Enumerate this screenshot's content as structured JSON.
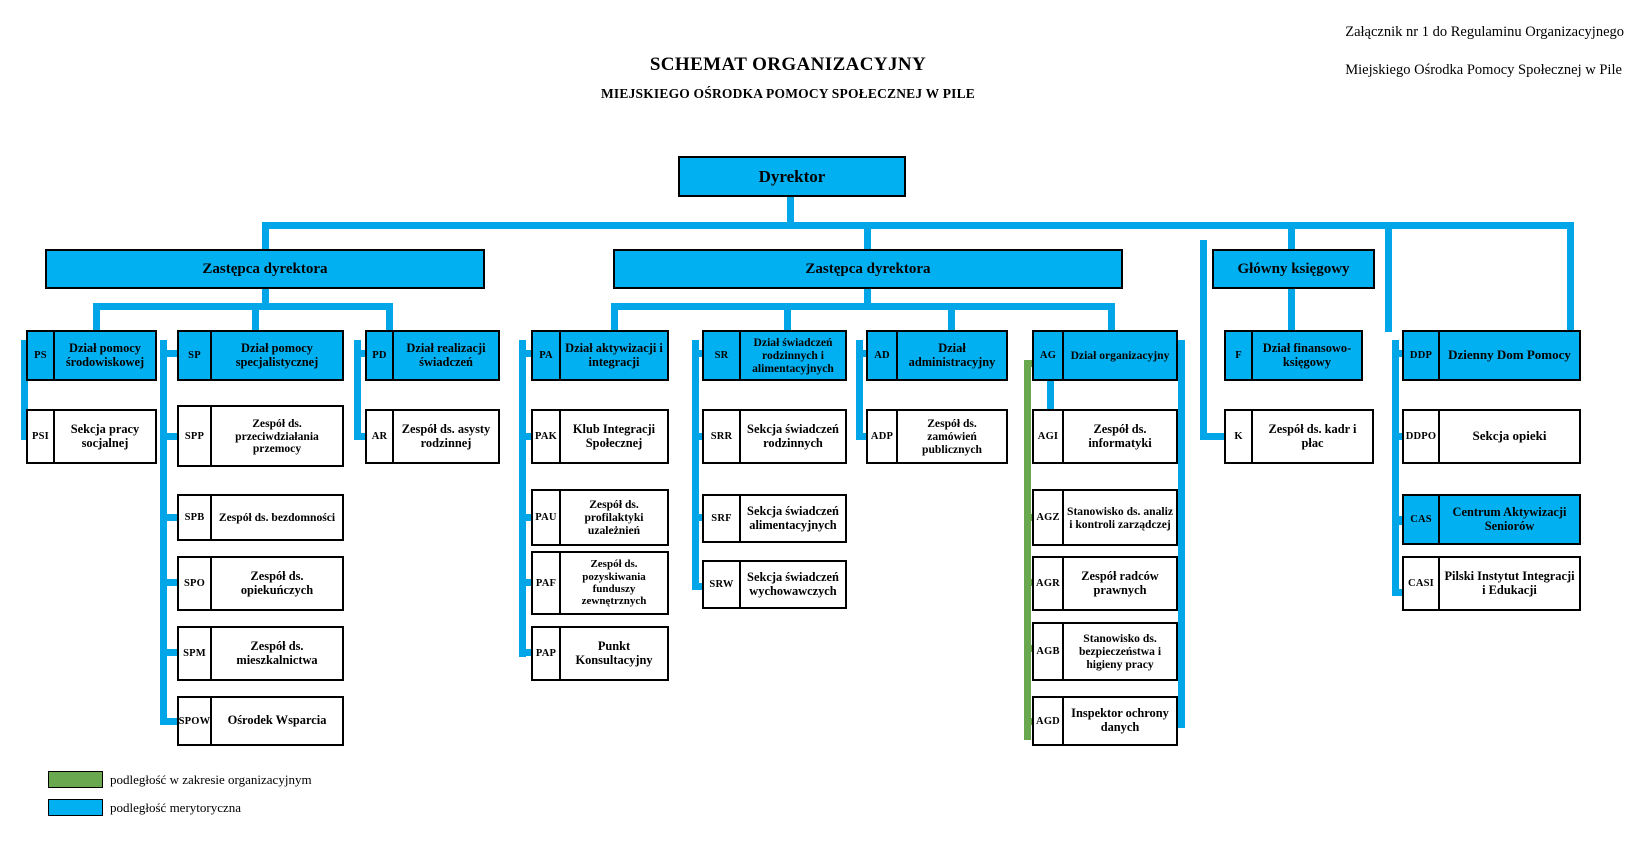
{
  "header": {
    "annotation_line1": "Załącznik nr 1 do Regulaminu Organizacyjnego",
    "annotation_line2": "Miejskiego Ośrodka Pomocy Społecznej w Pile",
    "title": "SCHEMAT ORGANIZACYJNY",
    "subtitle": "MIEJSKIEGO OŚRODKA POMOCY SPOŁECZNEJ W PILE"
  },
  "colors": {
    "blue": "#00b0f0",
    "line_blue": "#00a6e8",
    "green": "#6aa84f",
    "border": "#000000",
    "background": "#ffffff"
  },
  "chart": {
    "type": "org-chart",
    "root": {
      "code": "",
      "label": "Dyrektor"
    },
    "level2": [
      {
        "code": "",
        "label": "Zastępca dyrektora"
      },
      {
        "code": "",
        "label": "Zastępca dyrektora"
      },
      {
        "code": "",
        "label": "Główny księgowy"
      }
    ],
    "departments": [
      {
        "code": "PS",
        "label": "Dział pomocy środowiskowej",
        "children": [
          {
            "code": "PSI",
            "label": "Sekcja pracy socjalnej"
          }
        ]
      },
      {
        "code": "SP",
        "label": "Dział pomocy specjalistycznej",
        "children": [
          {
            "code": "SPP",
            "label": "Zespół ds. przeciwdziałania przemocy"
          },
          {
            "code": "SPB",
            "label": "Zespół ds. bezdomności"
          },
          {
            "code": "SPO",
            "label": "Zespół ds. opiekuńczych"
          },
          {
            "code": "SPM",
            "label": "Zespół ds. mieszkalnictwa"
          },
          {
            "code": "SPOW",
            "label": "Ośrodek Wsparcia"
          }
        ]
      },
      {
        "code": "PD",
        "label": "Dział realizacji świadczeń",
        "children": [
          {
            "code": "AR",
            "label": "Zespół ds. asysty rodzinnej"
          }
        ]
      },
      {
        "code": "PA",
        "label": "Dział aktywizacji  i integracji",
        "children": [
          {
            "code": "PAK",
            "label": "Klub Integracji Społecznej"
          },
          {
            "code": "PAU",
            "label": "Zespół ds. profilaktyki uzależnień"
          },
          {
            "code": "PAF",
            "label": "Zespół ds. pozyskiwania funduszy zewnętrznych"
          },
          {
            "code": "PAP",
            "label": "Punkt Konsultacyjny"
          }
        ]
      },
      {
        "code": "SR",
        "label": "Dział świadczeń rodzinnych i alimentacyjnych",
        "children": [
          {
            "code": "SRR",
            "label": "Sekcja świadczeń rodzinnych"
          },
          {
            "code": "SRF",
            "label": "Sekcja świadczeń alimentacyjnych"
          },
          {
            "code": "SRW",
            "label": "Sekcja świadczeń wychowawczych"
          }
        ]
      },
      {
        "code": "AD",
        "label": "Dział administracyjny",
        "children": [
          {
            "code": "ADP",
            "label": "Zespół ds. zamówień publicznych"
          }
        ]
      },
      {
        "code": "AG",
        "label": "Dział organizacyjny",
        "children": [
          {
            "code": "AGI",
            "label": "Zespół ds. informatyki"
          },
          {
            "code": "AGZ",
            "label": "Stanowisko ds. analiz i kontroli zarządczej"
          },
          {
            "code": "AGR",
            "label": "Zespół radców prawnych"
          },
          {
            "code": "AGB",
            "label": "Stanowisko ds. bezpieczeństwa i higieny pracy"
          },
          {
            "code": "AGD",
            "label": "Inspektor ochrony danych"
          }
        ]
      },
      {
        "code": "F",
        "label": "Dział finansowo-księgowy",
        "children": [
          {
            "code": "K",
            "label": "Zespół ds. kadr i płac"
          }
        ]
      },
      {
        "code": "DDP",
        "label": "Dzienny Dom Pomocy",
        "children": [
          {
            "code": "DDPO",
            "label": "Sekcja opieki"
          }
        ]
      },
      {
        "code": "CAS",
        "label": "Centrum Aktywizacji Seniorów",
        "children": [
          {
            "code": "CASI",
            "label": "Pilski Instytut Integracji i Edukacji"
          }
        ]
      }
    ]
  },
  "legend": [
    {
      "color": "#6aa84f",
      "label": "podległość w zakresie organizacyjnym"
    },
    {
      "color": "#00b0f0",
      "label": "podległość merytoryczna"
    }
  ]
}
